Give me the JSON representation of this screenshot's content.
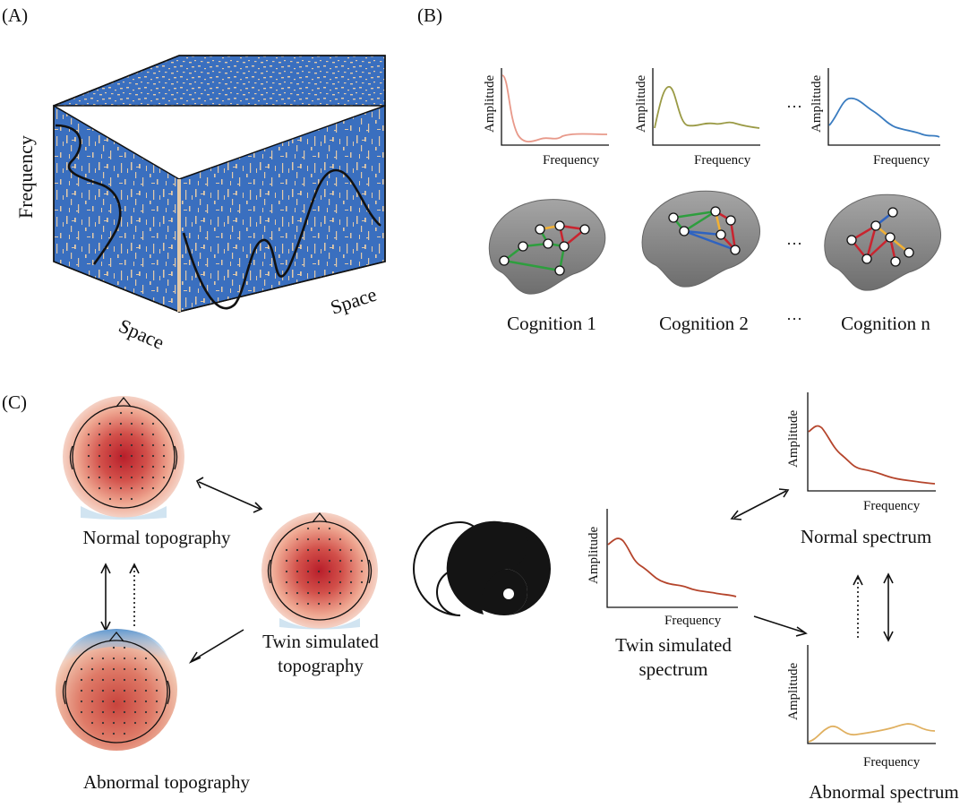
{
  "panels": {
    "a": {
      "label": "(A)",
      "axis_frequency": "Frequency",
      "axis_space_left": "Space",
      "axis_space_right": "Space"
    },
    "b": {
      "label": "(B)",
      "spectra": [
        {
          "ylabel": "Amplitude",
          "xlabel": "Frequency",
          "color": "#E8998A"
        },
        {
          "ylabel": "Amplitude",
          "xlabel": "Frequency",
          "color": "#9A9A45"
        },
        {
          "ylabel": "Amplitude",
          "xlabel": "Frequency",
          "color": "#3A7CC0"
        }
      ],
      "ellipsis": "···",
      "cognitions": [
        "Cognition 1",
        "Cognition 2",
        "Cognition n"
      ]
    },
    "c": {
      "label": "(C)",
      "normal_topography": "Normal topography",
      "abnormal_topography": "Abnormal topography",
      "twin_topography_line1": "Twin simulated",
      "twin_topography_line2": "topography",
      "twin_spectrum_line1": "Twin simulated",
      "twin_spectrum_line2": "spectrum",
      "normal_spectrum": "Normal spectrum",
      "abnormal_spectrum": "Abnormal spectrum",
      "spectra": [
        {
          "ylabel": "Amplitude",
          "xlabel": "Frequency",
          "color": "#B5452C"
        },
        {
          "ylabel": "Amplitude",
          "xlabel": "Frequency",
          "color": "#B5452C"
        },
        {
          "ylabel": "Amplitude",
          "xlabel": "Frequency",
          "color": "#E0B060"
        }
      ]
    }
  },
  "colors": {
    "cube_blue": "#3A6FBF",
    "cube_tan": "#E2C9A8",
    "brain": "#8A8A8A",
    "net_green": "#2E9E3E",
    "net_red": "#C9242F",
    "net_blue": "#2F63C0",
    "net_yellow": "#F2B134",
    "topo_red": "#C0282A",
    "topo_blue": "#9EC4E0"
  }
}
